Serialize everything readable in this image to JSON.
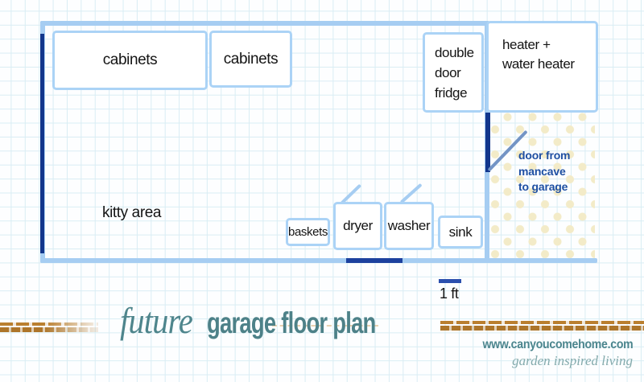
{
  "plan": {
    "rooms": {
      "cabinets_large": "cabinets",
      "cabinets_small": "cabinets",
      "fridge": "double door fridge",
      "heater": "heater + water heater",
      "baskets": "baskets",
      "dryer": "dryer",
      "washer": "washer",
      "sink": "sink"
    },
    "area_label": "kitty area",
    "door_note": "door from mancave to garage",
    "scale_label": "1 ft"
  },
  "title": {
    "script_word": "future",
    "main": "garage floor plan"
  },
  "footer": {
    "website": "www.canyoucomehome.com",
    "tagline": "garden inspired living"
  },
  "colors": {
    "wall": "#a6cdf2",
    "box_border": "#abd3f6",
    "navy": "#12368c",
    "navy_accent": "#1c419e",
    "scale_bar": "#2b4fae",
    "door_swing": "#7394c5",
    "door_text": "#1e4fa2",
    "dot": "#f3ebc8",
    "grid": "#d9edf4",
    "title_script": "#4e858c",
    "title_main": "#4d8188",
    "footer_teal": "#4b858d",
    "tagline": "#83aaac",
    "gold": "#ba7f2f",
    "ink": "#141414",
    "paper": "#fdfeff"
  }
}
